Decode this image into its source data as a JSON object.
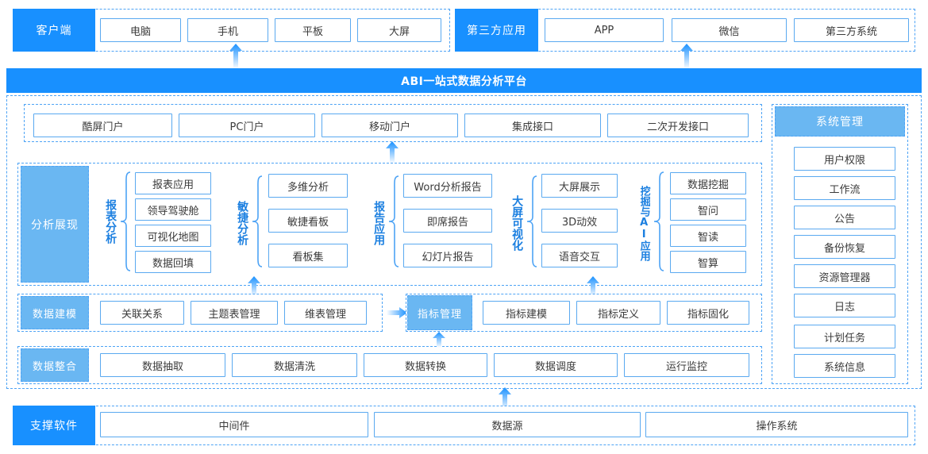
{
  "platform": {
    "title": "ABI一站式数据分析平台"
  },
  "colors": {
    "accent_strong": "#1890ff",
    "accent_light": "#6ab7f2",
    "border": "#5aa9f0",
    "dashed": "#4da3f5",
    "label_text": "#1b7fe0"
  },
  "top": {
    "client": {
      "label": "客户端",
      "items": [
        "电脑",
        "手机",
        "平板",
        "大屏"
      ]
    },
    "thirdparty": {
      "label": "第三方应用",
      "items": [
        "APP",
        "微信",
        "第三方系统"
      ]
    }
  },
  "portal": {
    "items": [
      "酷屏门户",
      "PC门户",
      "移动门户",
      "集成接口",
      "二次开发接口"
    ]
  },
  "analysis": {
    "label": "分析展现",
    "groups": [
      {
        "title": "报表分析",
        "items": [
          "报表应用",
          "领导驾驶舱",
          "可视化地图",
          "数据回填"
        ]
      },
      {
        "title": "敏捷分析",
        "items": [
          "多维分析",
          "敏捷看板",
          "看板集"
        ]
      },
      {
        "title": "报告应用",
        "items": [
          "Word分析报告",
          "即席报告",
          "幻灯片报告"
        ]
      },
      {
        "title": "大屏可视化",
        "items": [
          "大屏展示",
          "3D动效",
          "语音交互"
        ]
      },
      {
        "title": "挖掘与AI应用",
        "items": [
          "数据挖掘",
          "智问",
          "智读",
          "智算"
        ]
      }
    ]
  },
  "modeling": {
    "label": "数据建模",
    "items": [
      "关联关系",
      "主题表管理",
      "维表管理"
    ],
    "metric": {
      "label": "指标管理",
      "items": [
        "指标建模",
        "指标定义",
        "指标固化"
      ]
    }
  },
  "integration": {
    "label": "数据整合",
    "items": [
      "数据抽取",
      "数据清洗",
      "数据转换",
      "数据调度",
      "运行监控"
    ]
  },
  "sysmgmt": {
    "label": "系统管理",
    "items": [
      "用户权限",
      "工作流",
      "公告",
      "备份恢复",
      "资源管理器",
      "日志",
      "计划任务",
      "系统信息"
    ]
  },
  "support": {
    "label": "支撑软件",
    "items": [
      "中间件",
      "数据源",
      "操作系统"
    ]
  },
  "icons": {
    "up_arrow": "up-arrow-icon",
    "right_arrow": "right-arrow-icon",
    "brace": "curly-brace-icon"
  }
}
